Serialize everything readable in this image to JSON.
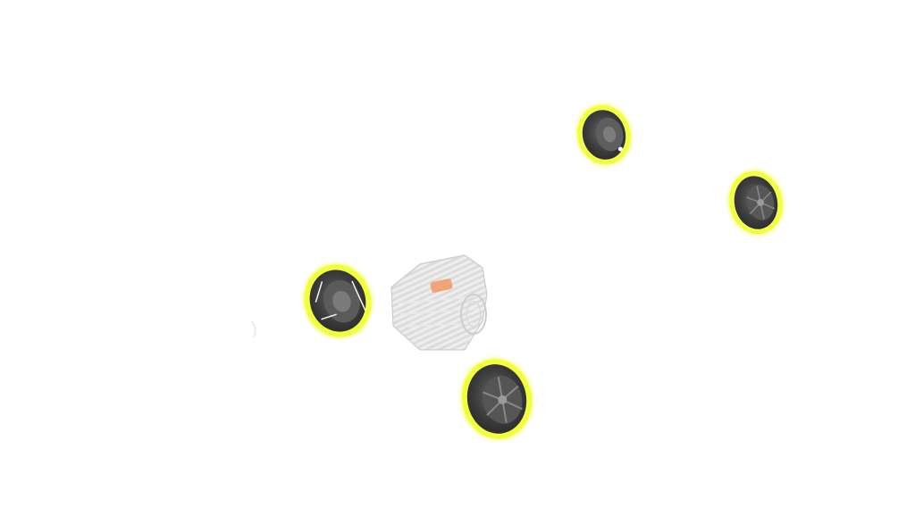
{
  "scene": {
    "background": "#ffffff",
    "highlight_color": "#f2ff3a",
    "tire_color": "#3a3a3a",
    "rim_color": "#707070",
    "body_color": "#d8d8d8",
    "accent_color": "#f08a4b",
    "components": [
      {
        "id": "front-left-wheel",
        "state": "highlighted"
      },
      {
        "id": "front-right-wheel",
        "state": "highlighted"
      },
      {
        "id": "rear-left-wheel",
        "state": "highlighted"
      },
      {
        "id": "rear-right-wheel",
        "state": "highlighted"
      },
      {
        "id": "chassis-body",
        "state": "ghosted"
      }
    ]
  }
}
